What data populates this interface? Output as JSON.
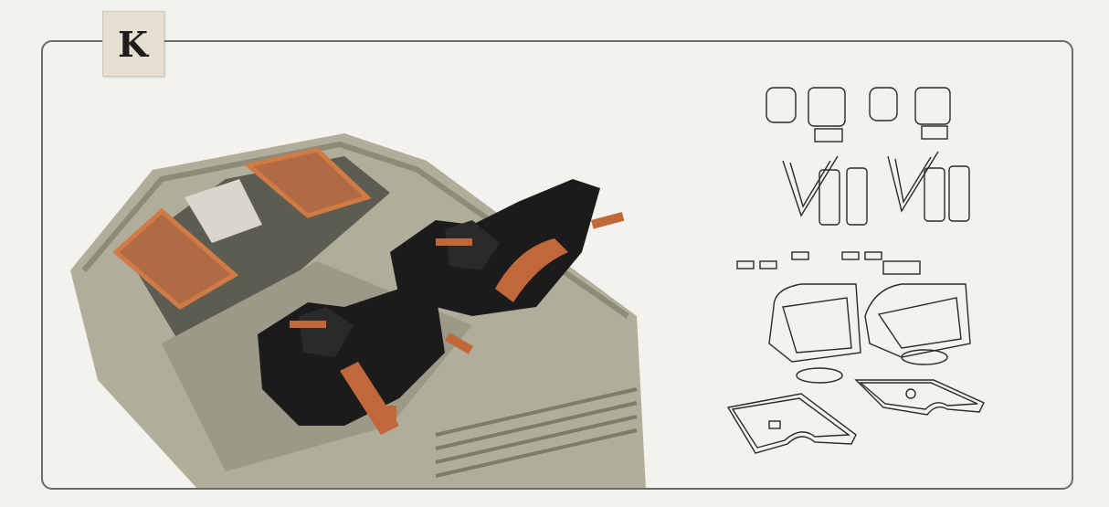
{
  "label": {
    "letter": "K"
  },
  "colors": {
    "background": "#f3f1ec",
    "frame_border": "#6b6b6b",
    "truck_body": "#a3a08a",
    "seat_shell": "#1a1a1a",
    "strap_accent": "#c0683a",
    "mesh_panel": "#c0683a",
    "sketch_line": "#2a2a2a"
  },
  "icons": [
    "rendered-seat-illustration",
    "exploded-seat-line-drawing"
  ]
}
